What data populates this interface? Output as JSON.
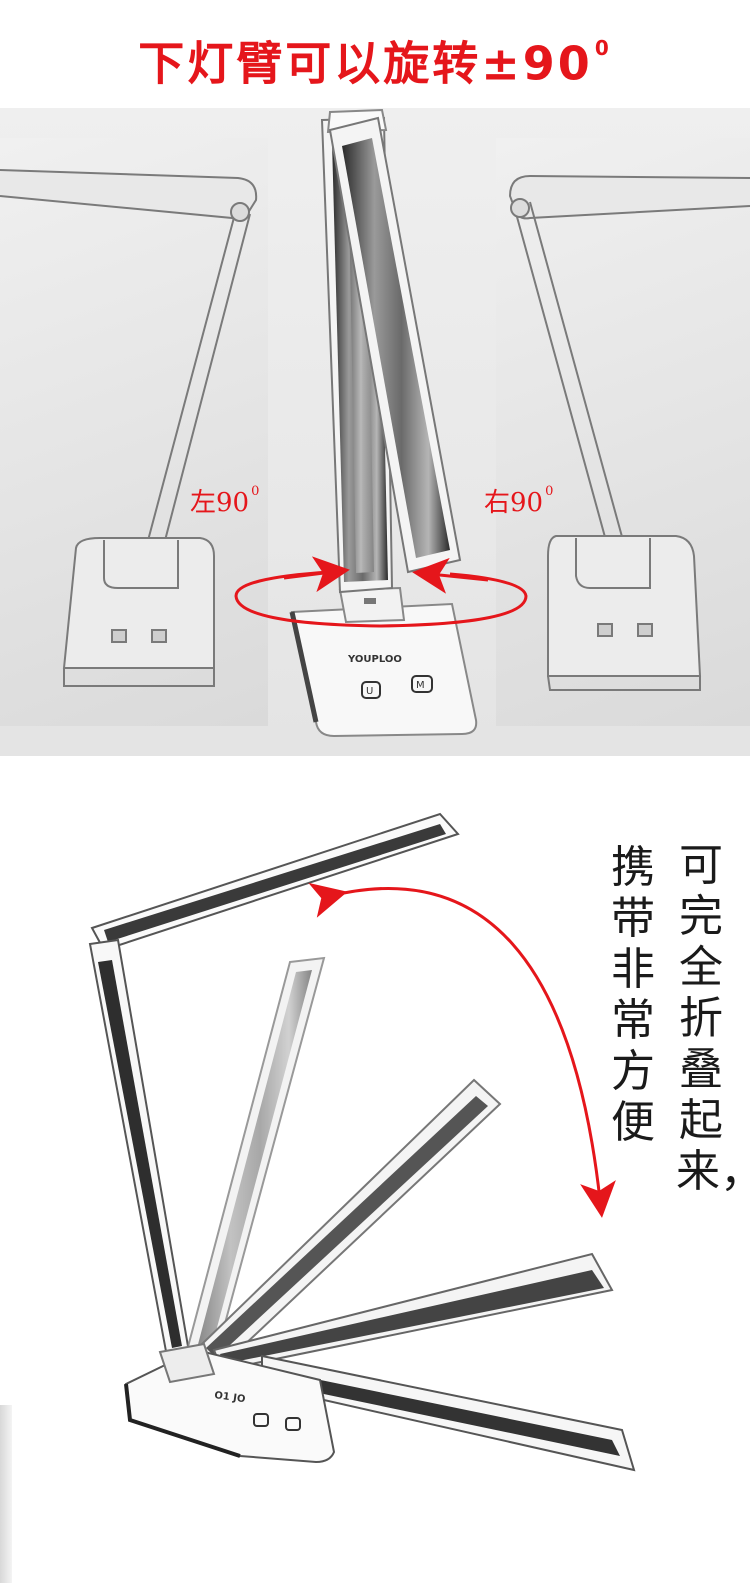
{
  "header": {
    "title_main": "下灯臂可以旋转±90",
    "title_degree": "0"
  },
  "rotation": {
    "left_label": "左90",
    "left_degree": "0",
    "right_label": "右90",
    "right_degree": "0",
    "arrow_color": "#e5161b"
  },
  "fold": {
    "line1": "可完全折叠起来，",
    "line2": "携带非常方便"
  },
  "product": {
    "brand": "YOUPLOO",
    "button_left": "U",
    "button_right": "M",
    "folded_brand": "O1 JO"
  },
  "colors": {
    "accent": "#e5161b",
    "text": "#1a1a1a"
  }
}
